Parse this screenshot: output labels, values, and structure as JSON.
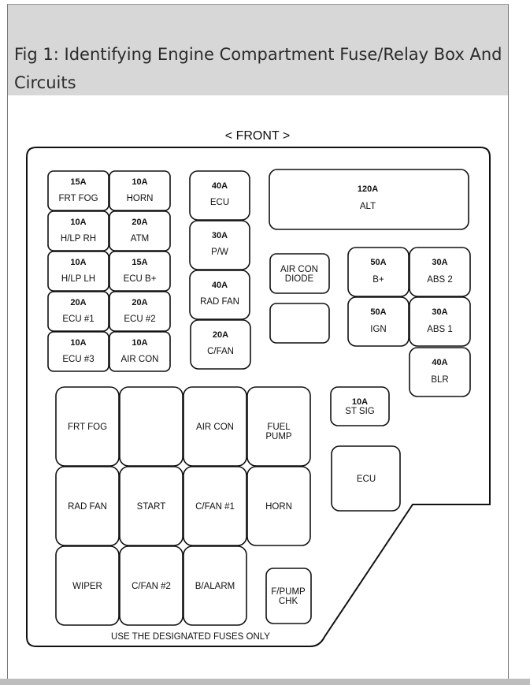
{
  "caption": "Fig 1: Identifying Engine Compartment Fuse/Relay Box And Circuits",
  "front_label": "< FRONT >",
  "footer_note": "USE THE DESIGNATED FUSES ONLY",
  "fuses_left": [
    {
      "amp": "15A",
      "name": "FRT FOG"
    },
    {
      "amp": "10A",
      "name": "HORN"
    },
    {
      "amp": "10A",
      "name": "H/LP RH"
    },
    {
      "amp": "20A",
      "name": "ATM"
    },
    {
      "amp": "10A",
      "name": "H/LP LH"
    },
    {
      "amp": "15A",
      "name": "ECU B+"
    },
    {
      "amp": "20A",
      "name": "ECU #1"
    },
    {
      "amp": "20A",
      "name": "ECU #2"
    },
    {
      "amp": "10A",
      "name": "ECU #3"
    },
    {
      "amp": "10A",
      "name": "AIR CON"
    }
  ],
  "fuses_middle": [
    {
      "amp": "40A",
      "name": "ECU"
    },
    {
      "amp": "30A",
      "name": "P/W"
    },
    {
      "amp": "40A",
      "name": "RAD FAN"
    },
    {
      "amp": "20A",
      "name": "C/FAN"
    }
  ],
  "fuse_main": {
    "amp": "120A",
    "name": "ALT"
  },
  "diode": {
    "line1": "AIR CON",
    "line2": "DIODE"
  },
  "fuses_right": [
    {
      "amp": "50A",
      "name": "B+"
    },
    {
      "amp": "30A",
      "name": "ABS 2"
    },
    {
      "amp": "50A",
      "name": "IGN"
    },
    {
      "amp": "30A",
      "name": "ABS 1"
    },
    {
      "amp": "40A",
      "name": "BLR"
    }
  ],
  "st_sig": {
    "amp": "10A",
    "name": "ST SIG"
  },
  "ecu_relay": "ECU",
  "relays": [
    {
      "line1": "FRT FOG",
      "line2": ""
    },
    {
      "line1": "",
      "line2": ""
    },
    {
      "line1": "AIR CON",
      "line2": ""
    },
    {
      "line1": "FUEL",
      "line2": "PUMP"
    },
    {
      "line1": "RAD FAN",
      "line2": ""
    },
    {
      "line1": "START",
      "line2": ""
    },
    {
      "line1": "C/FAN #1",
      "line2": ""
    },
    {
      "line1": "HORN",
      "line2": ""
    },
    {
      "line1": "WIPER",
      "line2": ""
    },
    {
      "line1": "C/FAN #2",
      "line2": ""
    },
    {
      "line1": "B/ALARM",
      "line2": ""
    }
  ],
  "fpump_chk": {
    "line1": "F/PUMP",
    "line2": "CHK"
  }
}
